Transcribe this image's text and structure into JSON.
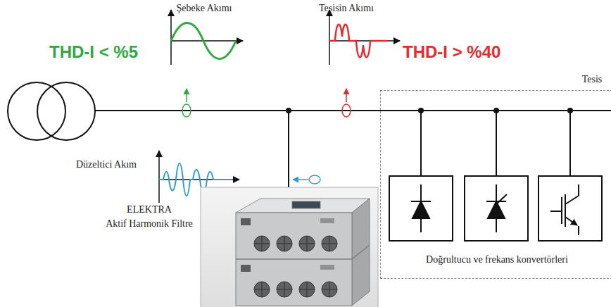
{
  "diagram": {
    "nodes": [
      {
        "text": [
          "Tesis",
          "Doğrultucu ve frekans konvertörleri"
        ]
      }
    ],
    "labels": [
      "Şebeke Akımı",
      "THD-I < %5",
      "Tesisin Akımı",
      "THD-I > %40",
      "Düzeltici Akım",
      "ELEKTRA",
      "Aktif Harmonik Filtre"
    ]
  }
}
